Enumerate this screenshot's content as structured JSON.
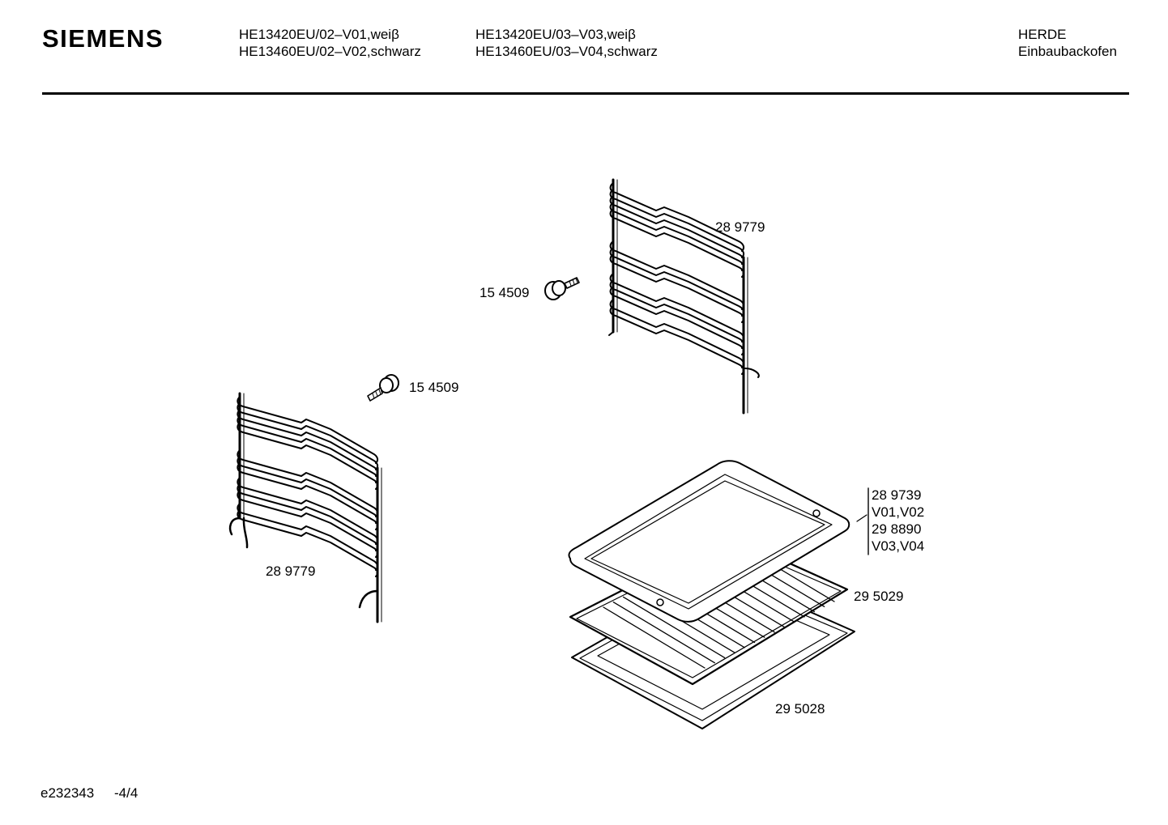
{
  "header": {
    "brand": "SIEMENS",
    "models_col1": [
      "HE13420EU/02–V01,weiβ",
      "HE13460EU/02–V02,schwarz"
    ],
    "models_col2": [
      "HE13420EU/03–V03,weiβ",
      "HE13460EU/03–V04,schwarz"
    ],
    "category": [
      "HERDE",
      "Einbaubackofen"
    ]
  },
  "parts": {
    "rack_right": "28 9779",
    "screw_upper": "15 4509",
    "screw_lower": "15 4509",
    "rack_left": "28 9779",
    "tray_group": [
      "28 9739",
      "V01,V02",
      "29 8890",
      "V03,V04"
    ],
    "grid": "29 5029",
    "pan": "29 5028"
  },
  "footer": {
    "doc_id": "e232343",
    "page": "-4/4"
  }
}
